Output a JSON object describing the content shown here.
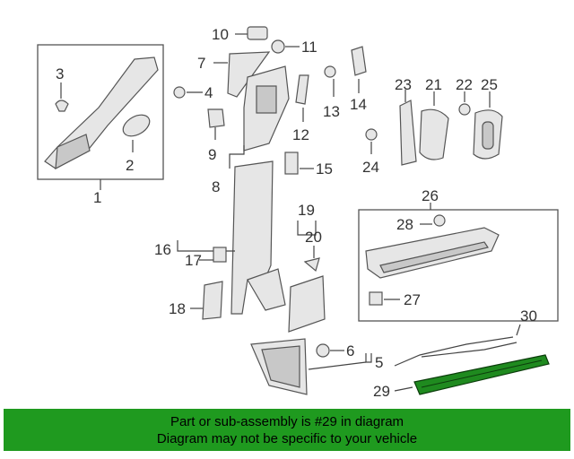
{
  "callouts": {
    "c1": "1",
    "c2": "2",
    "c3": "3",
    "c4": "4",
    "c5": "5",
    "c6": "6",
    "c7": "7",
    "c8": "8",
    "c9": "9",
    "c10": "10",
    "c11": "11",
    "c12": "12",
    "c13": "13",
    "c14": "14",
    "c15": "15",
    "c16": "16",
    "c17": "17",
    "c18": "18",
    "c19": "19",
    "c20": "20",
    "c21": "21",
    "c22": "22",
    "c23": "23",
    "c24": "24",
    "c25": "25",
    "c26": "26",
    "c27": "27",
    "c28": "28",
    "c29": "29",
    "c30": "30"
  },
  "highlighted_part": "29",
  "colors": {
    "highlight": "#1f8a1f",
    "banner": "#1f9a1f"
  },
  "banner": {
    "line1": "Part or sub-assembly is #29 in diagram",
    "line2": "Diagram may not be specific to your vehicle"
  }
}
